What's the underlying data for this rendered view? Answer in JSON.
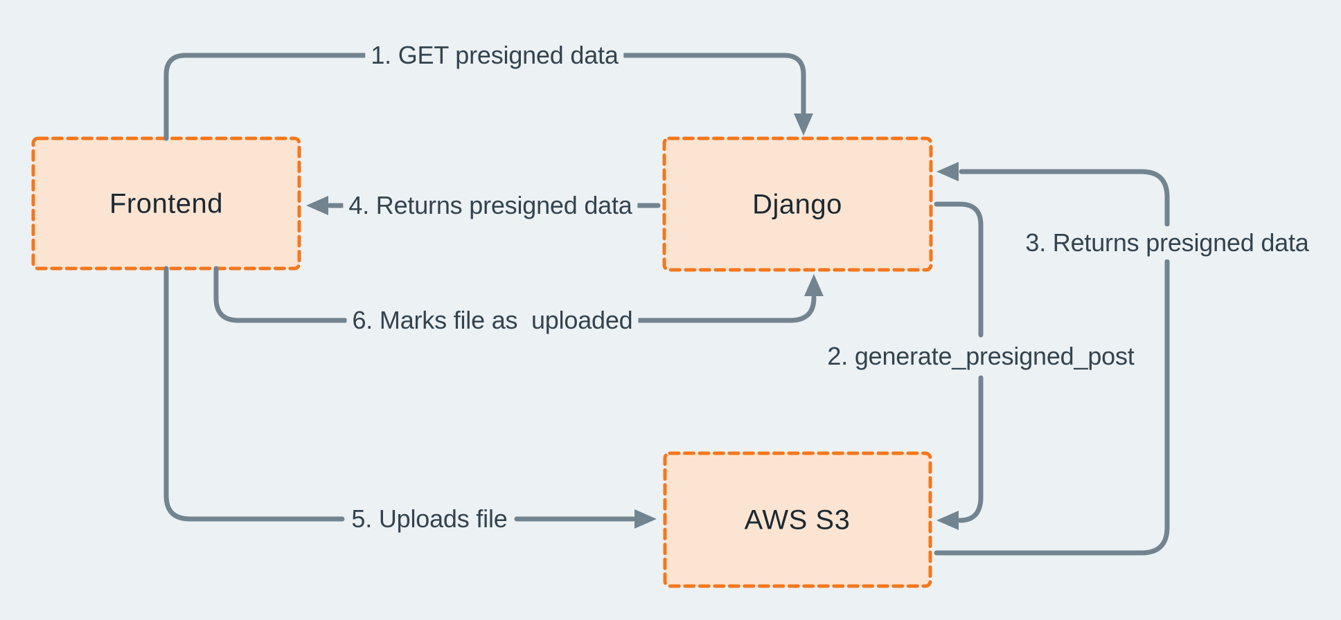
{
  "diagram": {
    "nodes": [
      {
        "id": "frontend",
        "label": "Frontend"
      },
      {
        "id": "django",
        "label": "Django"
      },
      {
        "id": "aws-s3",
        "label": "AWS S3"
      }
    ],
    "edges": [
      {
        "step": 1,
        "label": "1. GET presigned data",
        "from": "Frontend",
        "to": "Django"
      },
      {
        "step": 2,
        "label": "2. generate_presigned_post",
        "from": "Django",
        "to": "AWS S3"
      },
      {
        "step": 3,
        "label": "3. Returns presigned data",
        "from": "AWS S3",
        "to": "Django"
      },
      {
        "step": 4,
        "label": "4. Returns presigned data",
        "from": "Django",
        "to": "Frontend"
      },
      {
        "step": 5,
        "label": "5. Uploads file",
        "from": "Frontend",
        "to": "AWS S3"
      },
      {
        "step": 6,
        "label": "6. Marks file as  uploaded",
        "from": "Frontend",
        "to": "Django"
      }
    ],
    "colors": {
      "background": "#ecf1f4",
      "node_fill": "#fce4d3",
      "node_border": "#f4771c",
      "connector": "#71848f",
      "edge_text": "#33434e",
      "node_text": "#1b2831"
    }
  }
}
